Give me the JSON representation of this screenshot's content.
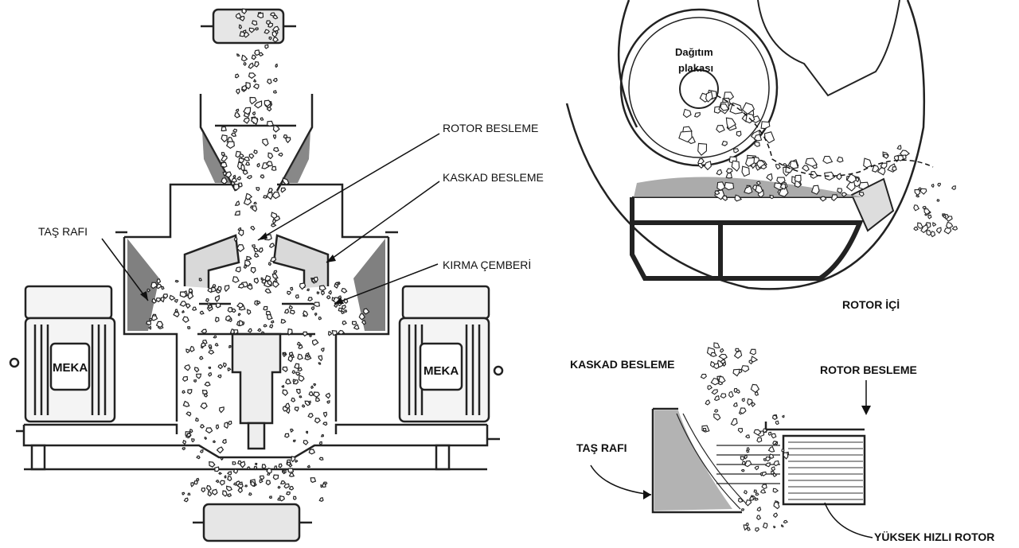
{
  "left_diagram": {
    "labels": {
      "rotor_feed": "ROTOR BESLEME",
      "cascade_feed": "KASKAD BESLEME",
      "stone_shelf": "TAŞ RAFI",
      "crushing_ring": "KIRMA ÇEMBERİ"
    },
    "motor_left": "MEKA",
    "motor_right": "MEKA"
  },
  "right_top_diagram": {
    "distribution_plate_line1": "Dağıtım",
    "distribution_plate_line2": "plakası",
    "rotor_inside": "ROTOR İÇİ"
  },
  "right_bottom_diagram": {
    "cascade_feed": "KASKAD BESLEME",
    "rotor_feed": "ROTOR BESLEME",
    "stone_shelf": "TAŞ RAFI",
    "high_speed_rotor": "YÜKSEK HIZLI ROTOR"
  }
}
